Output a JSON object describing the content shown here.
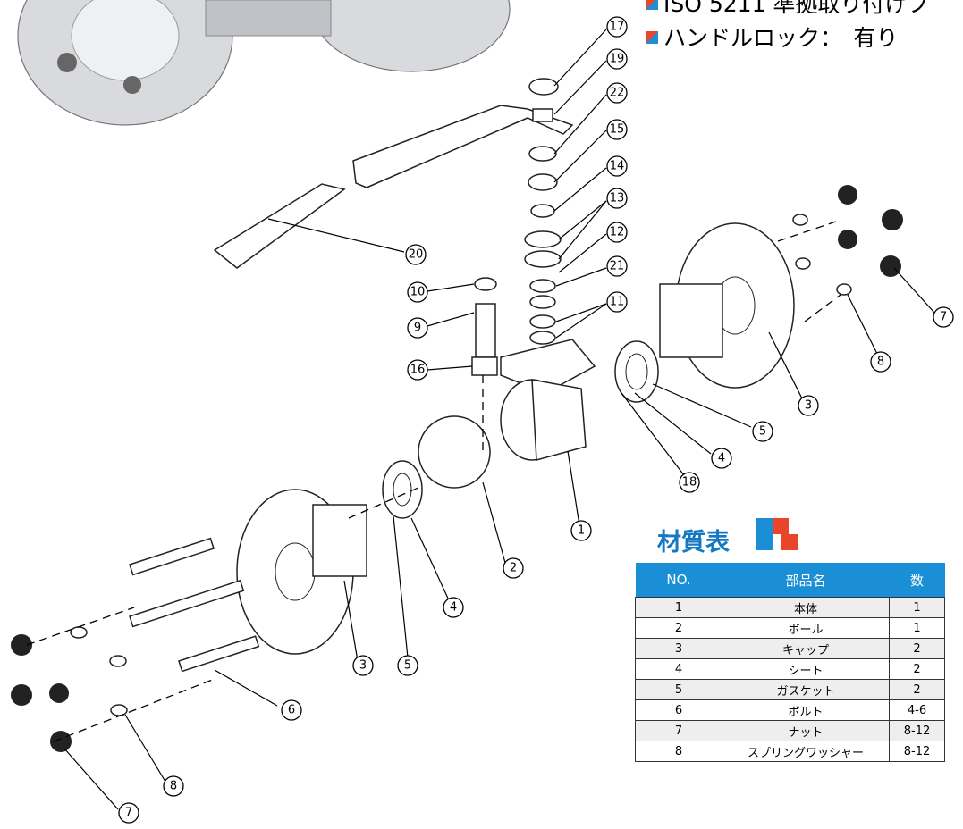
{
  "features": [
    "ISO 5211 準拠取り付けプ",
    "ハンドルロック：　有り"
  ],
  "table": {
    "title": "材質表",
    "headers": [
      "NO.",
      "部品名",
      "数"
    ],
    "rows": [
      [
        "1",
        "本体",
        "1"
      ],
      [
        "2",
        "ボール",
        "1"
      ],
      [
        "3",
        "キャップ",
        "2"
      ],
      [
        "4",
        "シート",
        "2"
      ],
      [
        "5",
        "ガスケット",
        "2"
      ],
      [
        "6",
        "ボルト",
        "4-6"
      ],
      [
        "7",
        "ナット",
        "8-12"
      ],
      [
        "8",
        "スプリングワッシャー",
        "8-12"
      ]
    ]
  },
  "callouts": [
    "17",
    "19",
    "22",
    "15",
    "14",
    "13",
    "12",
    "21",
    "11",
    "10",
    "9",
    "16",
    "20",
    "7",
    "8",
    "3",
    "5",
    "4",
    "18",
    "1",
    "2",
    "3",
    "4",
    "5",
    "6",
    "8",
    "7"
  ],
  "colors": {
    "accent_blue": "#1b8fd6",
    "accent_red": "#e8452a"
  }
}
